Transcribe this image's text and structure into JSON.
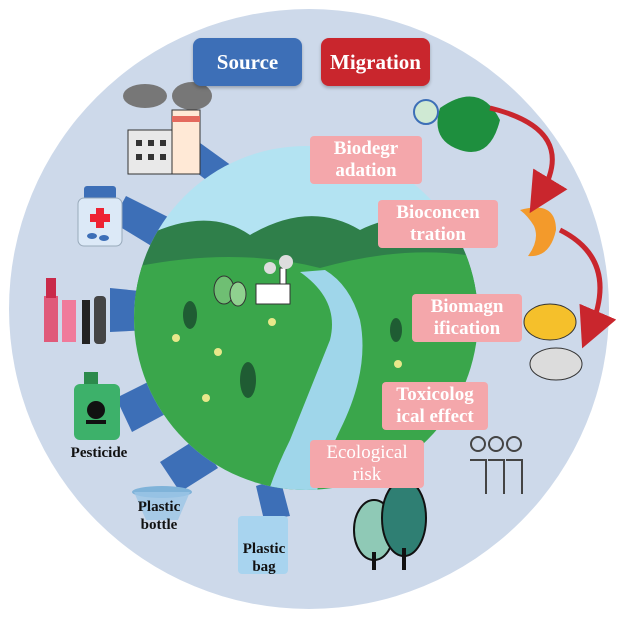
{
  "headers": {
    "source": "Source",
    "migration": "Migration"
  },
  "processes": [
    {
      "line1": "Biodegr",
      "line2": "adation"
    },
    {
      "line1": "Bioconcen",
      "line2": "tration"
    },
    {
      "line1": "Biomagn",
      "line2": "ification"
    },
    {
      "line1": "Toxicolog",
      "line2": "ical effect"
    },
    {
      "line1": "Ecological",
      "line2": "risk"
    }
  ],
  "sources": {
    "pesticide": "Pesticide",
    "plastic_bottle_1": "Plastic",
    "plastic_bottle_2": "bottle",
    "plastic_bag_1": "Plastic",
    "plastic_bag_2": "bag"
  },
  "colors": {
    "outer_circle": "#cdd9ea",
    "sky": "#b3e3f2",
    "land": "#3aa64b",
    "river": "#9fd6ea",
    "arrow_blue": "#3d6fb7",
    "arrow_red": "#c9262d",
    "pink_box": "#f4a7ab"
  }
}
